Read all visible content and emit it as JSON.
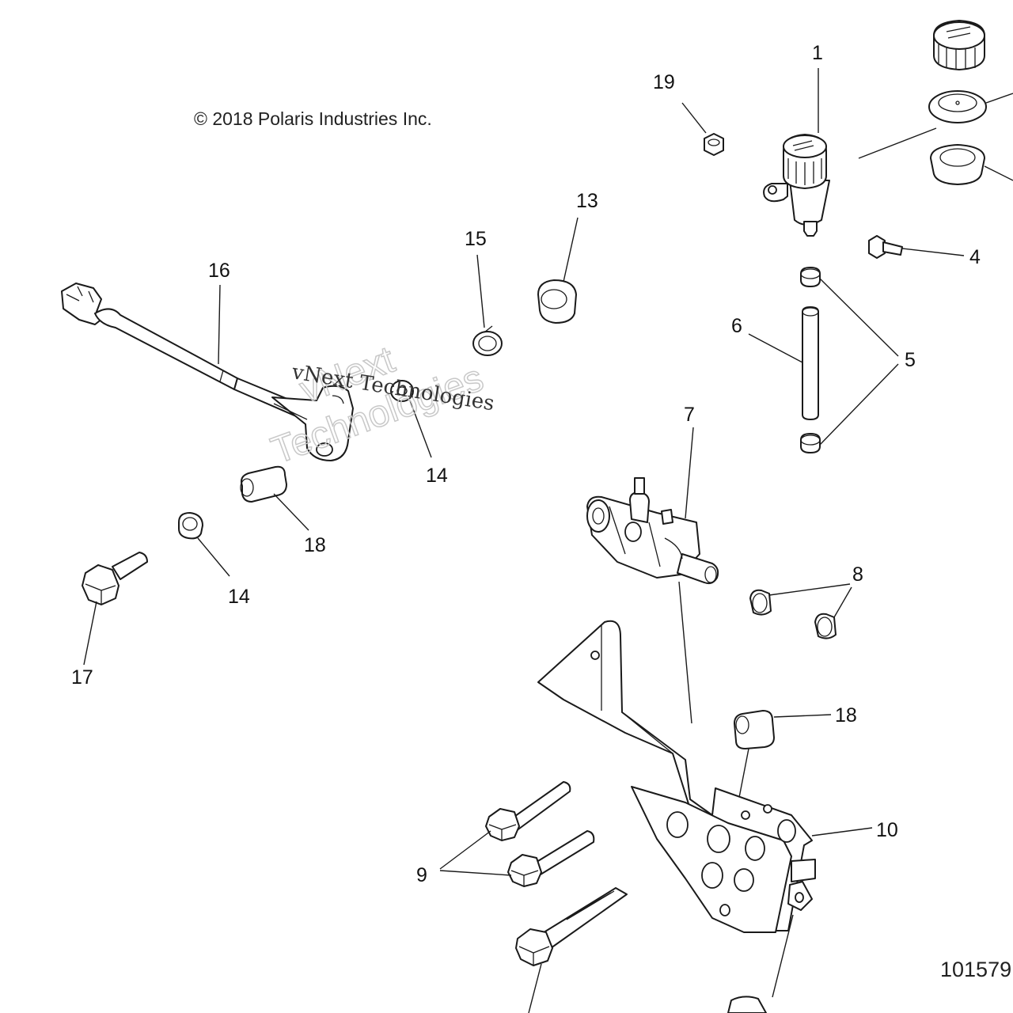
{
  "copyright": "© 2018 Polaris Industries Inc.",
  "watermark": {
    "outline_line1": "vNext",
    "outline_line2": "Technologies",
    "overlay": "vNext Technologies"
  },
  "document_number": "101579",
  "callouts": {
    "c1": "1",
    "c4": "4",
    "c5": "5",
    "c6": "6",
    "c7": "7",
    "c8": "8",
    "c9": "9",
    "c10": "10",
    "c13": "13",
    "c14a": "14",
    "c14b": "14",
    "c15": "15",
    "c16": "16",
    "c17": "17",
    "c18a": "18",
    "c18b": "18",
    "c19": "19"
  }
}
